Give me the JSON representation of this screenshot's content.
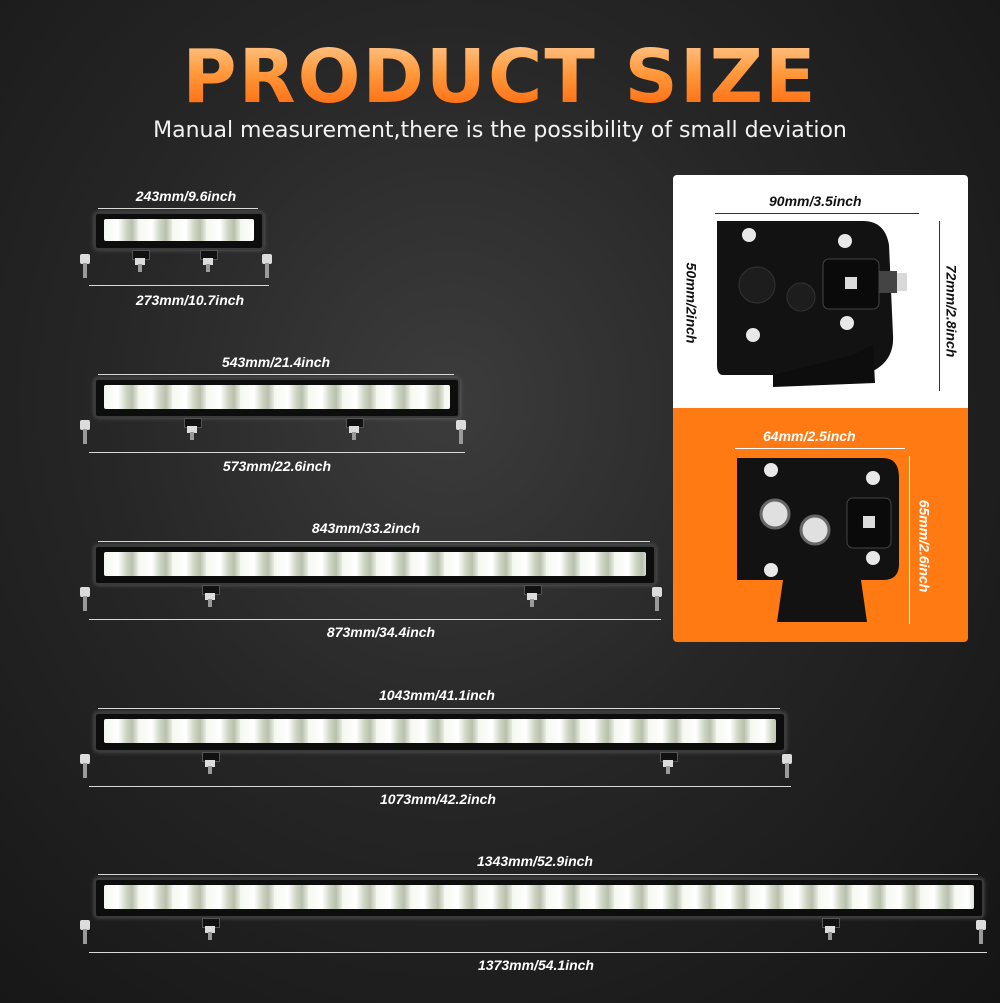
{
  "header": {
    "title": "PRODUCT SIZE",
    "subtitle": "Manual measurement,there is the possibility of small deviation"
  },
  "bars": [
    {
      "inner": "243mm/9.6inch",
      "outer": "273mm/10.7inch"
    },
    {
      "inner": "543mm/21.4inch",
      "outer": "573mm/22.6inch"
    },
    {
      "inner": "843mm/33.2inch",
      "outer": "873mm/34.4inch"
    },
    {
      "inner": "1043mm/41.1inch",
      "outer": "1073mm/42.2inch"
    },
    {
      "inner": "1343mm/52.9inch",
      "outer": "1373mm/54.1inch"
    }
  ],
  "side_view": {
    "width": "90mm/3.5inch",
    "height_body": "50mm/2inch",
    "height_total": "72mm/2.8inch"
  },
  "end_view": {
    "width": "64mm/2.5inch",
    "height": "65mm/2.6inch"
  },
  "colors": {
    "accent": "#ff7a12",
    "title_gradient_top": "#ffd2a0",
    "title_gradient_bottom": "#ff5a00"
  }
}
